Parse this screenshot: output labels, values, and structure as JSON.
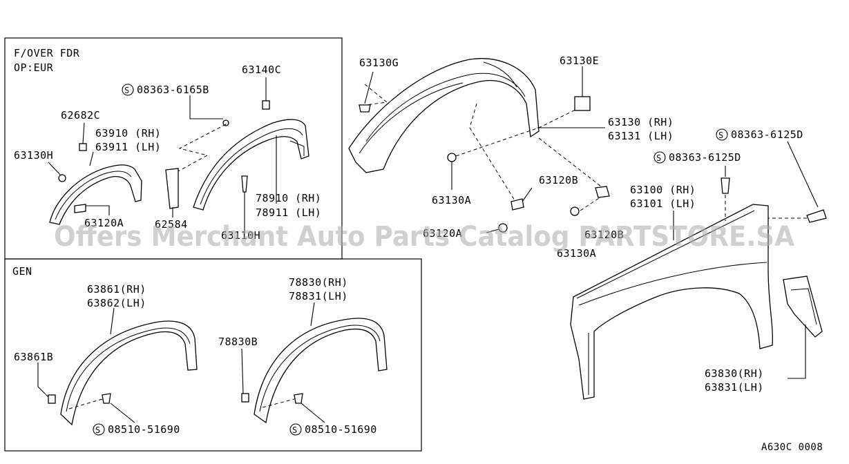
{
  "watermark": "Offers Merchant Auto Parts Catalog PARTSTORE.SA",
  "diagram_code": "A630C 0008",
  "sections": {
    "overfender": {
      "title_1": "F/OVER FDR",
      "title_2": "OP:EUR"
    },
    "gen": {
      "title": "GEN"
    }
  },
  "labels": {
    "p08363_6165b": "08363-6165B",
    "p63140c": "63140C",
    "p62682c": "62682C",
    "p63910": "63910 (RH)",
    "p63911": "63911 (LH)",
    "p63130h": "63130H",
    "p63120a_box": "63120A",
    "p62584": "62584",
    "p78910": "78910 (RH)",
    "p78911": "78911 (LH)",
    "p63110h": "63110H",
    "p63130g": "63130G",
    "p63130e": "63130E",
    "p63130": "63130 (RH)",
    "p63131": "63131 (LH)",
    "p63130a_1": "63130A",
    "p63120b_1": "63120B",
    "p63120a_2": "63120A",
    "p63120b_2": "63120B",
    "p63130a_2": "63130A",
    "p08363_6125d_1": "08363-6125D",
    "p08363_6125d_2": "08363-6125D",
    "p63100": "63100 (RH)",
    "p63101": "63101 (LH)",
    "p63830": "63830(RH)",
    "p63831": "63831(LH)",
    "p63861": "63861(RH)",
    "p63862": "63862(LH)",
    "p63861b": "63861B",
    "p08510_51690_1": "08510-51690",
    "p78830": "78830(RH)",
    "p78831": "78831(LH)",
    "p78830b": "78830B",
    "p08510_51690_2": "08510-51690",
    "s_symbol": "S"
  },
  "colors": {
    "line": "#000000",
    "background": "#ffffff",
    "watermark": "#ababab"
  }
}
